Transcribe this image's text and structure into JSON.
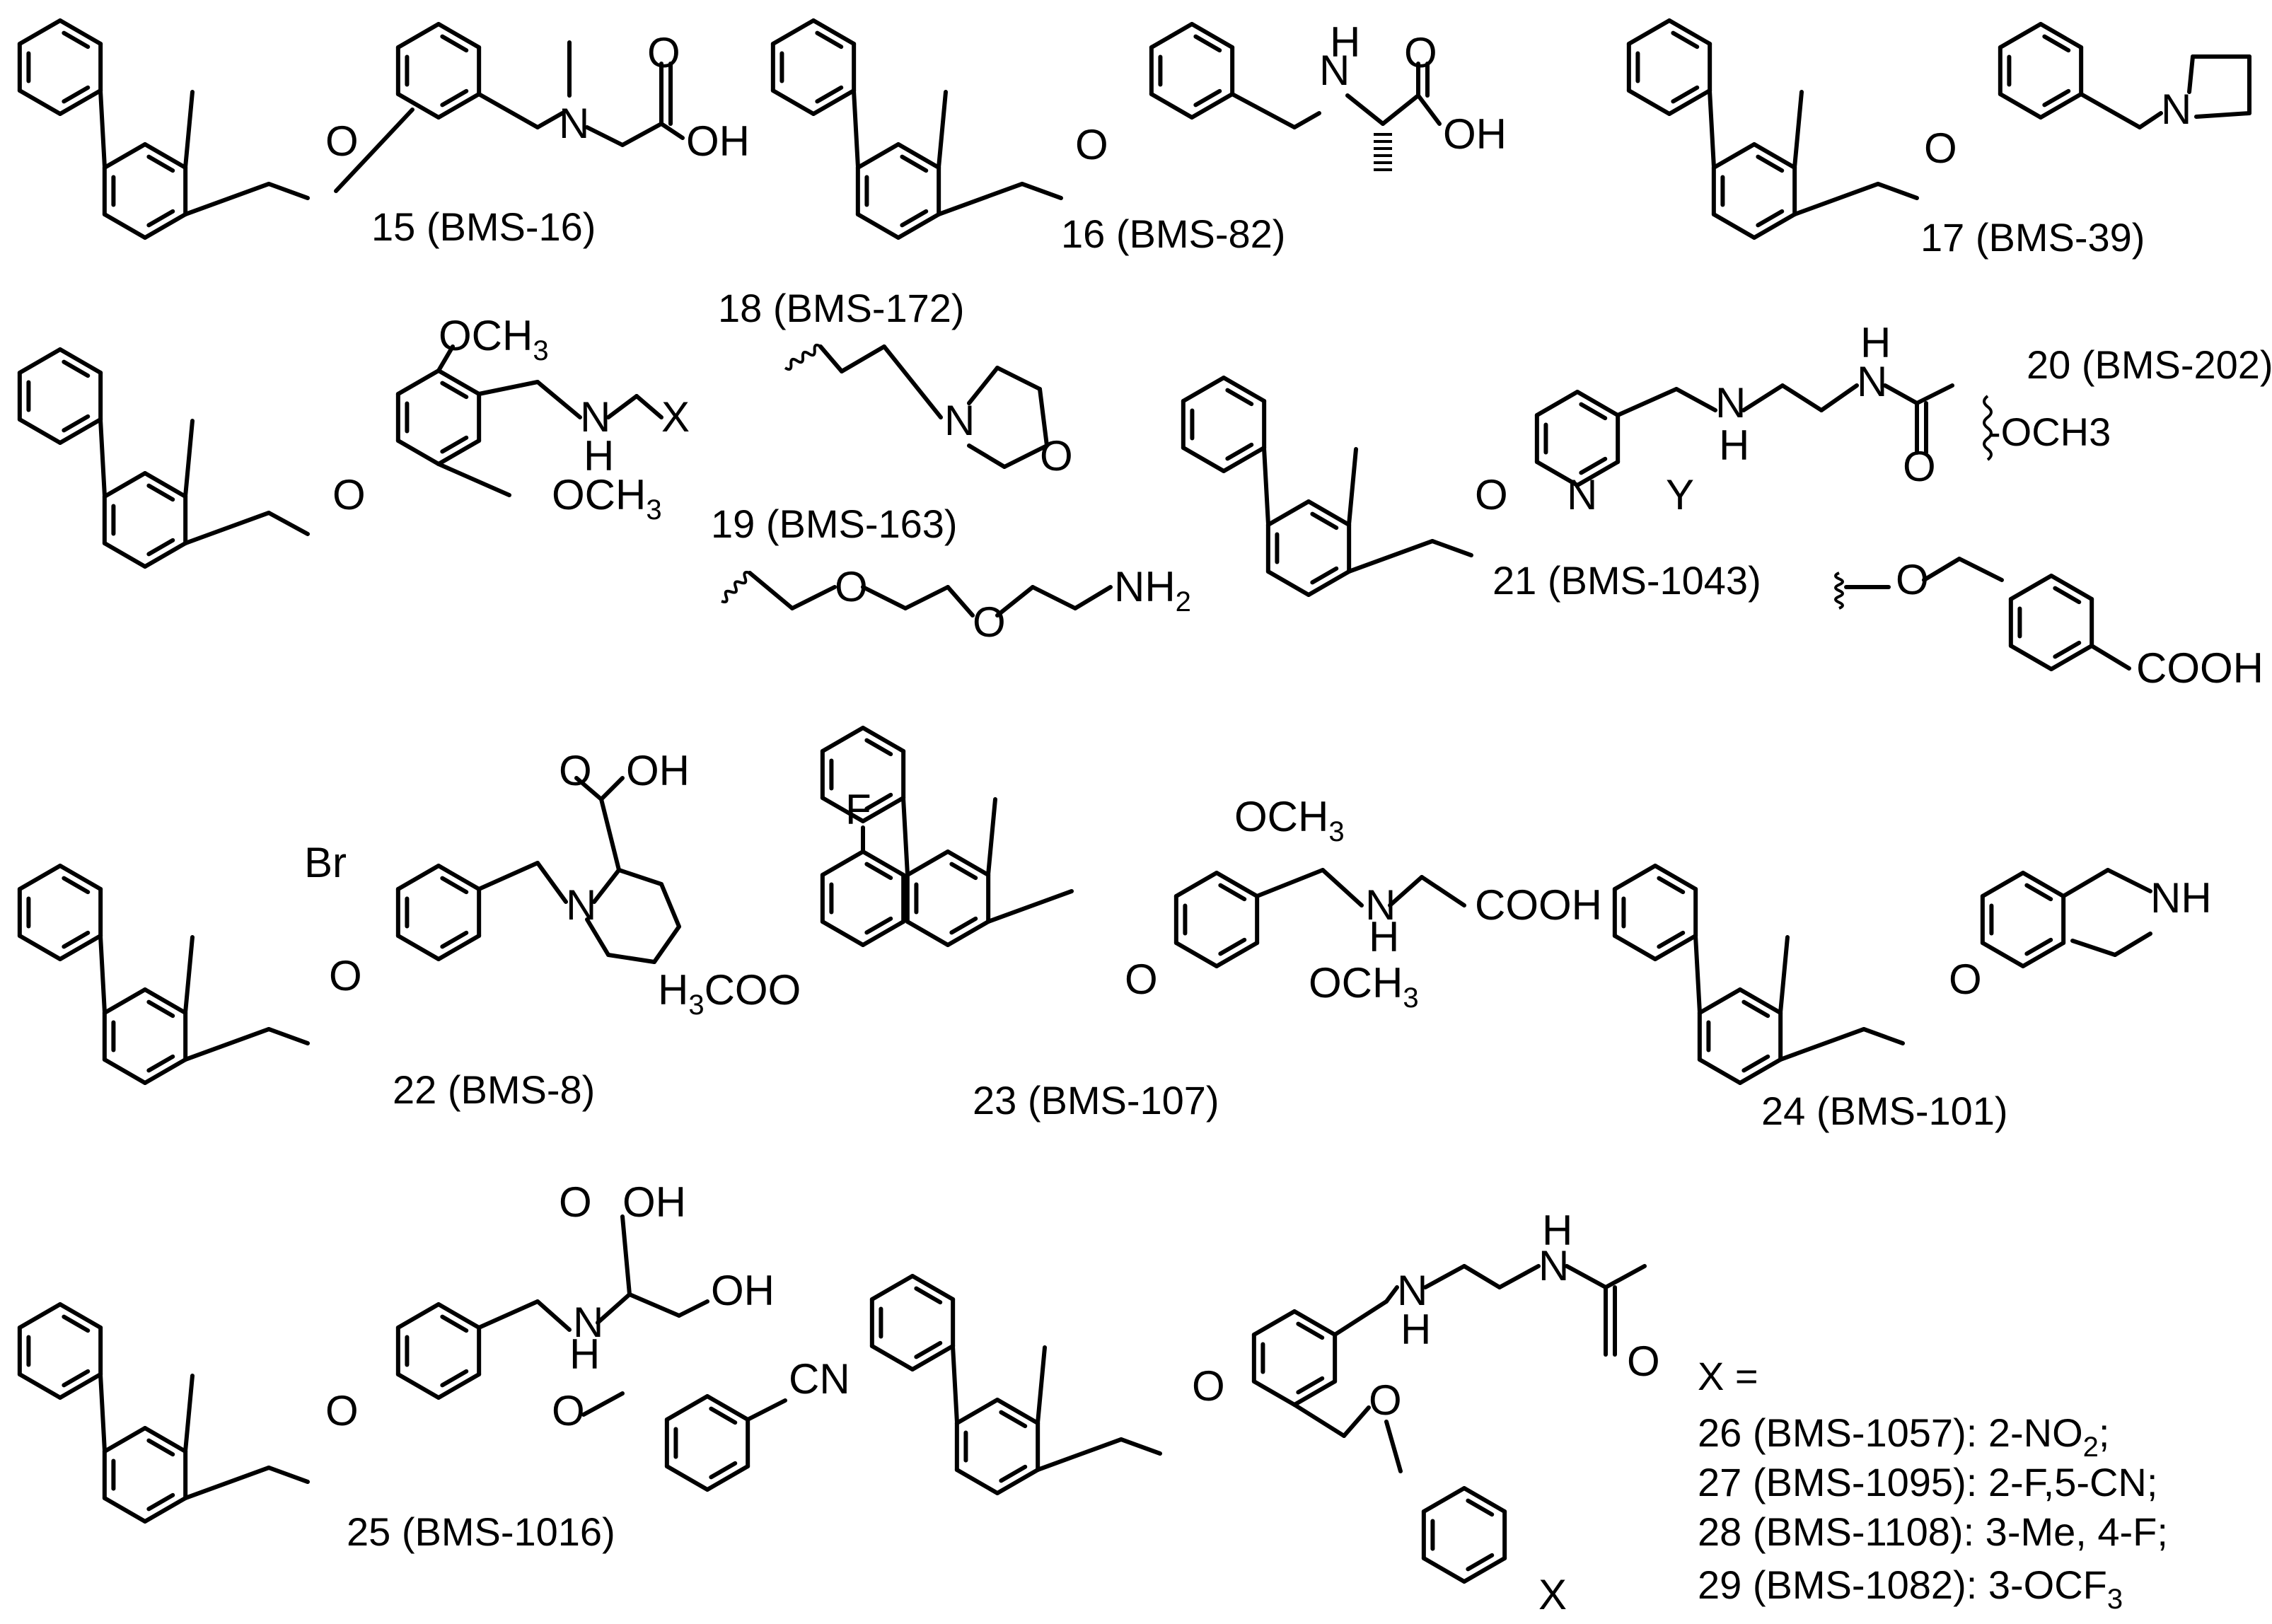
{
  "compounds": [
    {
      "label": "15 (BMS-16)"
    },
    {
      "label": "16 (BMS-82)"
    },
    {
      "label": "17 (BMS-39)"
    },
    {
      "label": "18 (BMS-172)"
    },
    {
      "label": "19 (BMS-163)"
    },
    {
      "label": "20 (BMS-202)"
    },
    {
      "label": "21 (BMS-1043)"
    },
    {
      "label": "22 (BMS-8)"
    },
    {
      "label": "23 (BMS-107)"
    },
    {
      "label": "24 (BMS-101)"
    },
    {
      "label": "25 (BMS-1016)"
    }
  ],
  "atoms": {
    "O": "O",
    "N": "N",
    "OH": "OH",
    "H": "H",
    "NH": "NH",
    "NH2": "NH",
    "sub2": "2",
    "OCH3": "OCH",
    "sub3": "3",
    "H3C": "H",
    "H3C_rest": "CO",
    "X": "X",
    "Y": "Y",
    "F": "F",
    "Br": "Br",
    "CN": "CN",
    "COOH": "COOH"
  },
  "substituent_20": "-OCH3",
  "x_legend": {
    "title": "X =",
    "lines": [
      {
        "prefix": "26 (BMS-1057): 2-NO",
        "sub": "2",
        "suffix": ";"
      },
      {
        "prefix": "27 (BMS-1095): 2-F,5-CN;",
        "sub": "",
        "suffix": ""
      },
      {
        "prefix": "28 (BMS-1108): 3-Me, 4-F;",
        "sub": "",
        "suffix": ""
      },
      {
        "prefix": "29 (BMS-1082): 3-OCF",
        "sub": "3",
        "suffix": ""
      }
    ]
  }
}
